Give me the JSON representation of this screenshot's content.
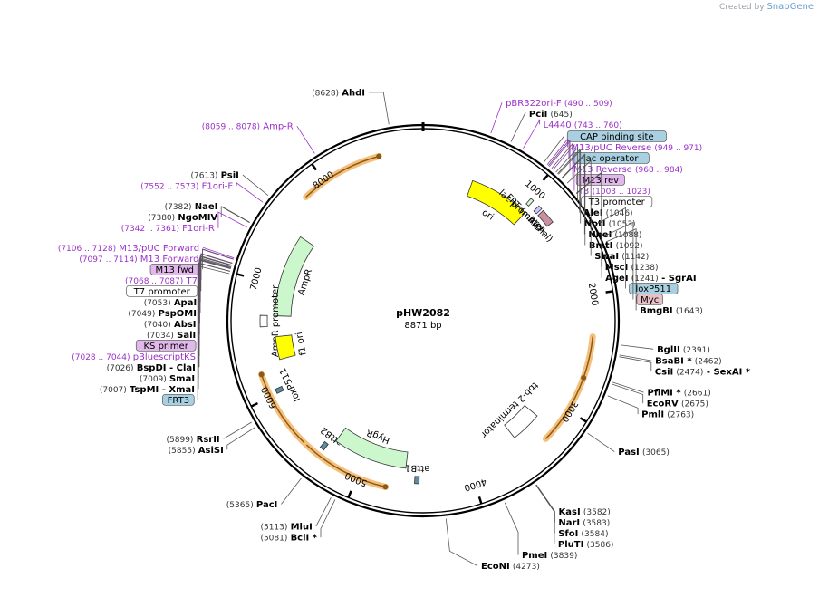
{
  "credit": {
    "prefix": "Created by",
    "brand": "SnapGene"
  },
  "plasmid": {
    "name": "pHW2082",
    "size_label": "8871 bp",
    "length": 8871
  },
  "ticks": [
    {
      "pos": 1000,
      "label": "1000"
    },
    {
      "pos": 2000,
      "label": "2000"
    },
    {
      "pos": 3000,
      "label": "3000"
    },
    {
      "pos": 4000,
      "label": "4000"
    },
    {
      "pos": 5000,
      "label": "5000"
    },
    {
      "pos": 6000,
      "label": "6000"
    },
    {
      "pos": 7000,
      "label": "7000"
    },
    {
      "pos": 8000,
      "label": "8000"
    }
  ],
  "features": [
    {
      "name": "ori",
      "start": 480,
      "end": 1069,
      "strand": 1,
      "color": "#ffff00",
      "kind": "arrow"
    },
    {
      "name": "lac promoter",
      "start": 1020,
      "end": 1050,
      "strand": 1,
      "color": "#d9f7d9",
      "kind": "small"
    },
    {
      "name": "FRT (minimal)",
      "start": 1115,
      "end": 1150,
      "strand": 1,
      "color": "#c9c9ff",
      "kind": "small"
    },
    {
      "name": "AID*",
      "start": 1170,
      "end": 1300,
      "strand": 1,
      "color": "#c890a0",
      "kind": "small"
    },
    {
      "name": "AmpR",
      "start": 6700,
      "end": 7500,
      "strand": 1,
      "color": "#ccf7cc",
      "kind": "arrow"
    },
    {
      "name": "AmpR promoter",
      "start": 6600,
      "end": 6700,
      "strand": 1,
      "color": "#ffffff",
      "kind": "small"
    },
    {
      "name": "f1 ori",
      "start": 6280,
      "end": 6500,
      "strand": 1,
      "color": "#ffff00",
      "kind": "arrow"
    },
    {
      "name": "loxP511",
      "start": 6000,
      "end": 6040,
      "strand": 1,
      "color": "#5b8ca0",
      "kind": "small"
    },
    {
      "name": "attB2",
      "start": 5360,
      "end": 5400,
      "strand": 1,
      "color": "#5b8ca0",
      "kind": "small"
    },
    {
      "name": "HygR",
      "start": 4600,
      "end": 5320,
      "strand": -1,
      "color": "#ccf7cc",
      "kind": "arrow"
    },
    {
      "name": "attB1",
      "start": 4470,
      "end": 4510,
      "strand": 1,
      "color": "#5b8ca0",
      "kind": "small"
    },
    {
      "name": "tbb-2 terminator",
      "start": 3200,
      "end": 3500,
      "strand": -1,
      "color": "#ffffff",
      "kind": "arrow"
    }
  ],
  "orfs": [
    {
      "start": 7800,
      "end": 8500,
      "strand": 1
    },
    {
      "start": 2700,
      "end": 3300,
      "strand": -1
    },
    {
      "start": 2350,
      "end": 2700,
      "strand": 1
    },
    {
      "start": 5300,
      "end": 6200,
      "strand": 1
    },
    {
      "start": 4750,
      "end": 5500,
      "strand": -1
    }
  ],
  "sites": [
    {
      "name": "AhdI",
      "pos": 8628,
      "label_pos": "(8628)",
      "type": "enzyme"
    },
    {
      "name": "Amp-R",
      "pos": 8059,
      "label_pos": "(8059 .. 8078)",
      "type": "primer"
    },
    {
      "name": "PsiI",
      "pos": 7613,
      "label_pos": "(7613)",
      "type": "enzyme"
    },
    {
      "name": "F1ori-F",
      "pos": 7552,
      "label_pos": "(7552 .. 7573)",
      "type": "primer"
    },
    {
      "name": "NaeI",
      "pos": 7382,
      "label_pos": "(7382)",
      "type": "enzyme"
    },
    {
      "name": "NgoMIV",
      "pos": 7380,
      "label_pos": "(7380)",
      "type": "enzyme"
    },
    {
      "name": "F1ori-R",
      "pos": 7342,
      "label_pos": "(7342 .. 7361)",
      "type": "primer"
    },
    {
      "name": "M13/pUC Forward",
      "pos": 7106,
      "label_pos": "(7106 .. 7128)",
      "type": "primer"
    },
    {
      "name": "M13 Forward",
      "pos": 7097,
      "label_pos": "(7097 .. 7114)",
      "type": "primer"
    },
    {
      "name": "M13 fwd",
      "pos": 7095,
      "label_pos": "",
      "type": "primer-box"
    },
    {
      "name": "T7",
      "pos": 7068,
      "label_pos": "(7068 .. 7087)",
      "type": "primer"
    },
    {
      "name": "T7 promoter",
      "pos": 7065,
      "label_pos": "",
      "type": "promoter-box"
    },
    {
      "name": "ApaI",
      "pos": 7053,
      "label_pos": "(7053)",
      "type": "enzyme"
    },
    {
      "name": "PspOMI",
      "pos": 7049,
      "label_pos": "(7049)",
      "type": "enzyme"
    },
    {
      "name": "pBluescriptKS",
      "pos": 7028,
      "label_pos": "(7028 .. 7044)",
      "type": "primer"
    },
    {
      "name": "AbsI",
      "pos": 7040,
      "label_pos": "(7040)",
      "type": "enzyme"
    },
    {
      "name": "KS primer",
      "pos": 7030,
      "label_pos": "",
      "type": "primer-box"
    },
    {
      "name": "SalI",
      "pos": 7034,
      "label_pos": "(7034)",
      "type": "enzyme"
    },
    {
      "name": "BspDI",
      "pos": 7026,
      "label_pos": "(7026)",
      "type": "enzyme",
      "extra": "ClaI"
    },
    {
      "name": "SmaI",
      "pos": 7009,
      "label_pos": "(7009)",
      "type": "enzyme"
    },
    {
      "name": "TspMI",
      "pos": 7007,
      "label_pos": "(7007)",
      "type": "enzyme",
      "extra": "XmaI"
    },
    {
      "name": "FRT3",
      "pos": 6990,
      "label_pos": "",
      "type": "feature-box"
    },
    {
      "name": "RsrII",
      "pos": 5899,
      "label_pos": "(5899)",
      "type": "enzyme"
    },
    {
      "name": "AsiSI",
      "pos": 5855,
      "label_pos": "(5855)",
      "type": "enzyme"
    },
    {
      "name": "PacI",
      "pos": 5365,
      "label_pos": "(5365)",
      "type": "enzyme"
    },
    {
      "name": "MluI",
      "pos": 5113,
      "label_pos": "(5113)",
      "type": "enzyme"
    },
    {
      "name": "BclI *",
      "pos": 5081,
      "label_pos": "(5081)",
      "type": "enzyme"
    },
    {
      "name": "EcoNI",
      "pos": 4273,
      "label_pos": "(4273)",
      "type": "enzyme"
    },
    {
      "name": "PmeI",
      "pos": 3839,
      "label_pos": "(3839)",
      "type": "enzyme"
    },
    {
      "name": "PluTI",
      "pos": 3586,
      "label_pos": "(3586)",
      "type": "enzyme"
    },
    {
      "name": "SfoI",
      "pos": 3584,
      "label_pos": "(3584)",
      "type": "enzyme"
    },
    {
      "name": "NarI",
      "pos": 3583,
      "label_pos": "(3583)",
      "type": "enzyme"
    },
    {
      "name": "KasI",
      "pos": 3582,
      "label_pos": "(3582)",
      "type": "enzyme"
    },
    {
      "name": "PasI",
      "pos": 3065,
      "label_pos": "(3065)",
      "type": "enzyme"
    },
    {
      "name": "PmlI",
      "pos": 2763,
      "label_pos": "(2763)",
      "type": "enzyme"
    },
    {
      "name": "EcoRV",
      "pos": 2675,
      "label_pos": "(2675)",
      "type": "enzyme"
    },
    {
      "name": "PflMI *",
      "pos": 2661,
      "label_pos": "(2661)",
      "type": "enzyme"
    },
    {
      "name": "CsiI",
      "pos": 2474,
      "label_pos": "(2474)",
      "type": "enzyme",
      "extra": "SexAI *"
    },
    {
      "name": "BsaBI *",
      "pos": 2462,
      "label_pos": "(2462)",
      "type": "enzyme"
    },
    {
      "name": "BglII",
      "pos": 2391,
      "label_pos": "(2391)",
      "type": "enzyme"
    },
    {
      "name": "BmgBI",
      "pos": 1643,
      "label_pos": "(1643)",
      "type": "enzyme"
    },
    {
      "name": "Myc",
      "pos": 1600,
      "label_pos": "",
      "type": "tag-box"
    },
    {
      "name": "loxP511",
      "pos": 1500,
      "label_pos": "",
      "type": "feature-box"
    },
    {
      "name": "AgeI",
      "pos": 1241,
      "label_pos": "(1241)",
      "type": "enzyme",
      "extra": "SgrAI"
    },
    {
      "name": "MscI",
      "pos": 1238,
      "label_pos": "(1238)",
      "type": "enzyme"
    },
    {
      "name": "SwaI",
      "pos": 1142,
      "label_pos": "(1142)",
      "type": "enzyme"
    },
    {
      "name": "BmtI",
      "pos": 1092,
      "label_pos": "(1092)",
      "type": "enzyme"
    },
    {
      "name": "NheI",
      "pos": 1088,
      "label_pos": "(1088)",
      "type": "enzyme"
    },
    {
      "name": "NotI",
      "pos": 1053,
      "label_pos": "(1053)",
      "type": "enzyme"
    },
    {
      "name": "AleI",
      "pos": 1046,
      "label_pos": "(1046)",
      "type": "enzyme"
    },
    {
      "name": "T3 promoter",
      "pos": 1030,
      "label_pos": "",
      "type": "promoter-box"
    },
    {
      "name": "T3",
      "pos": 1003,
      "label_pos": "(1003 .. 1023)",
      "type": "primer"
    },
    {
      "name": "M13 rev",
      "pos": 990,
      "label_pos": "",
      "type": "primer-box"
    },
    {
      "name": "M13 Reverse",
      "pos": 968,
      "label_pos": "(968 .. 984)",
      "type": "primer"
    },
    {
      "name": "lac operator",
      "pos": 960,
      "label_pos": "",
      "type": "feature-box"
    },
    {
      "name": "M13/pUC Reverse",
      "pos": 949,
      "label_pos": "(949 .. 971)",
      "type": "primer"
    },
    {
      "name": "CAP binding site",
      "pos": 920,
      "label_pos": "",
      "type": "feature-box"
    },
    {
      "name": "L4440",
      "pos": 743,
      "label_pos": "(743 .. 760)",
      "type": "primer"
    },
    {
      "name": "PciI",
      "pos": 645,
      "label_pos": "(645)",
      "type": "enzyme"
    },
    {
      "name": "pBR322ori-F",
      "pos": 490,
      "label_pos": "(490 .. 509)",
      "type": "primer"
    }
  ],
  "colors": {
    "primer": "#9b30c8",
    "enzyme": "#000000",
    "feature_box": "#a8d0e0",
    "primer_box": "#e0b8ea",
    "tag_box": "#e8c0c8"
  }
}
